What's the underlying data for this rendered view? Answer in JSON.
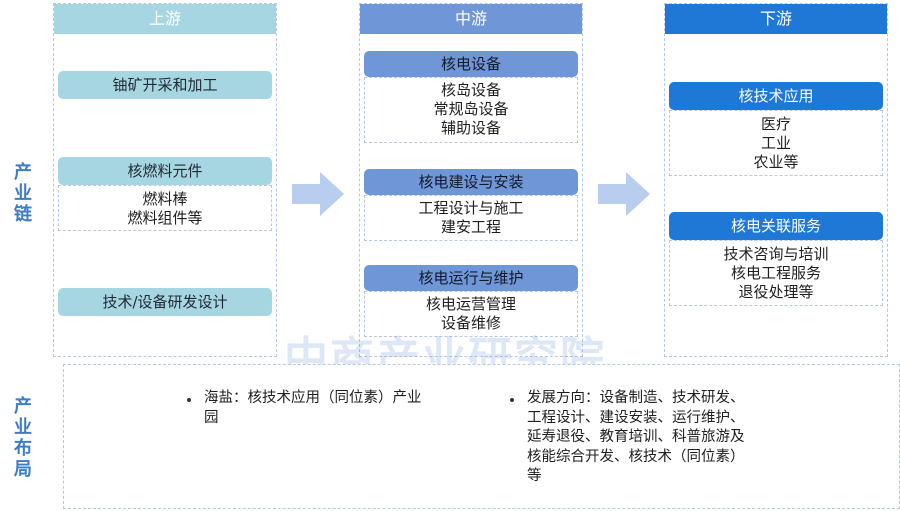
{
  "side_labels": {
    "chain": "产业链",
    "layout": "产业布局"
  },
  "upstream": {
    "title": "上游",
    "items": [
      {
        "label": "铀矿开采和加工",
        "details": []
      },
      {
        "label": "核燃料元件",
        "details": [
          "燃料棒",
          "燃料组件等"
        ]
      },
      {
        "label": "技术/设备研发设计",
        "details": []
      }
    ]
  },
  "midstream": {
    "title": "中游",
    "items": [
      {
        "label": "核电设备",
        "details": [
          "核岛设备",
          "常规岛设备",
          "辅助设备"
        ]
      },
      {
        "label": "核电建设与安装",
        "details": [
          "工程设计与施工",
          "建安工程"
        ]
      },
      {
        "label": "核电运行与维护",
        "details": [
          "核电运营管理",
          "设备维修"
        ]
      }
    ]
  },
  "downstream": {
    "title": "下游",
    "items": [
      {
        "label": "核技术应用",
        "details": [
          "医疗",
          "工业",
          "农业等"
        ]
      },
      {
        "label": "核电关联服务",
        "details": [
          "技术咨询与培训",
          "核电工程服务",
          "退役处理等"
        ]
      }
    ]
  },
  "layout_section": {
    "left_bullet": [
      "海盐：核技术应用（同位素）产业",
      "园"
    ],
    "right_bullet": [
      "发展方向：设备制造、技术研发、",
      "工程设计、建设安装、运行维护、",
      "延寿退役、教育培训、科普旅游及",
      "核能综合开发、核技术（同位素）",
      "等"
    ]
  },
  "watermark": "中商产业研究院",
  "colors": {
    "upstream_header": "#a7d6e3",
    "midstream_header": "#6f96d6",
    "downstream_header": "#1f78d6",
    "side_label": "#3d7dc6",
    "arrow": "#b9cdee"
  }
}
